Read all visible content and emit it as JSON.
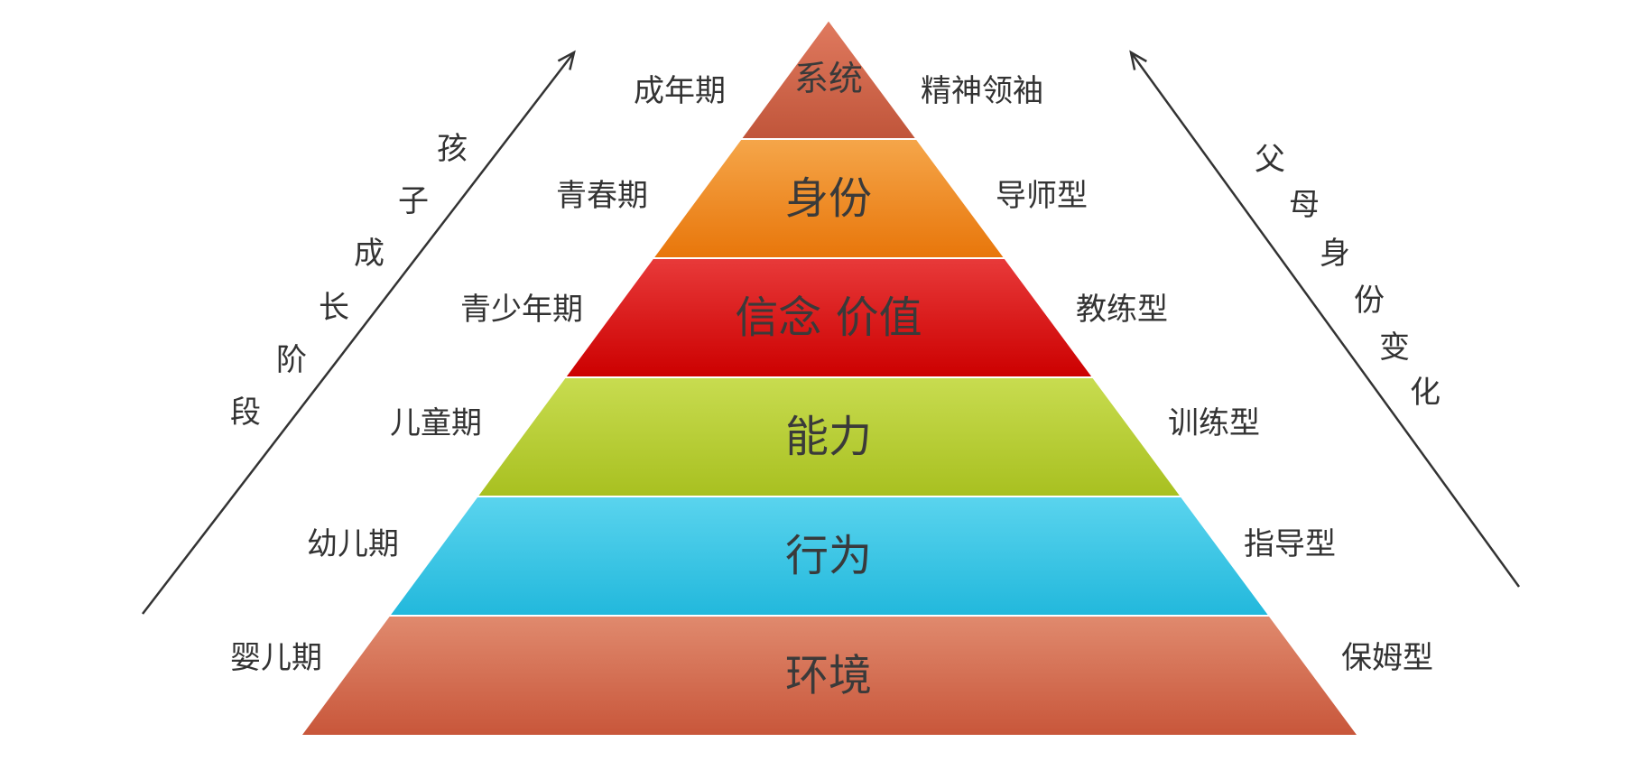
{
  "pyramid": {
    "tiers": [
      {
        "label": "系统",
        "left": "成年期",
        "right": "精神领袖",
        "color_top": "#e07a5f",
        "color_bottom": "#c0553a"
      },
      {
        "label": "身份",
        "left": "青春期",
        "right": "导师型",
        "color_top": "#f5a64a",
        "color_bottom": "#e8760a"
      },
      {
        "label": "信念 价值",
        "left": "青少年期",
        "right": "教练型",
        "color_top": "#e83a3a",
        "color_bottom": "#cc0000"
      },
      {
        "label": "能力",
        "left": "儿童期",
        "right": "训练型",
        "color_top": "#c8dc50",
        "color_bottom": "#a8c020"
      },
      {
        "label": "行为",
        "left": "幼儿期",
        "right": "指导型",
        "color_top": "#5ad4ee",
        "color_bottom": "#22b8dc"
      },
      {
        "label": "环境",
        "left": "婴儿期",
        "right": "保姆型",
        "color_top": "#e08a6e",
        "color_bottom": "#c8563a"
      }
    ]
  },
  "left_axis": {
    "chars": [
      "段",
      "阶",
      "长",
      "成",
      "子",
      "孩"
    ]
  },
  "right_axis": {
    "chars": [
      "父",
      "母",
      "身",
      "份",
      "变",
      "化"
    ]
  },
  "colors": {
    "arrow": "#333333",
    "text": "#333333"
  }
}
